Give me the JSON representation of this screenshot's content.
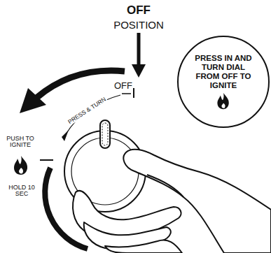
{
  "diagram": {
    "nodes": [
      {
        "text": [
          "PRESS IN AND TURN DIAL FROM OFF TO IGNITE"
        ]
      }
    ],
    "labels": [
      "OFF",
      "POSITION",
      "OFF",
      "PRESS & TURN",
      "PUSH TO IGNITE",
      "HOLD 10 SEC"
    ]
  }
}
